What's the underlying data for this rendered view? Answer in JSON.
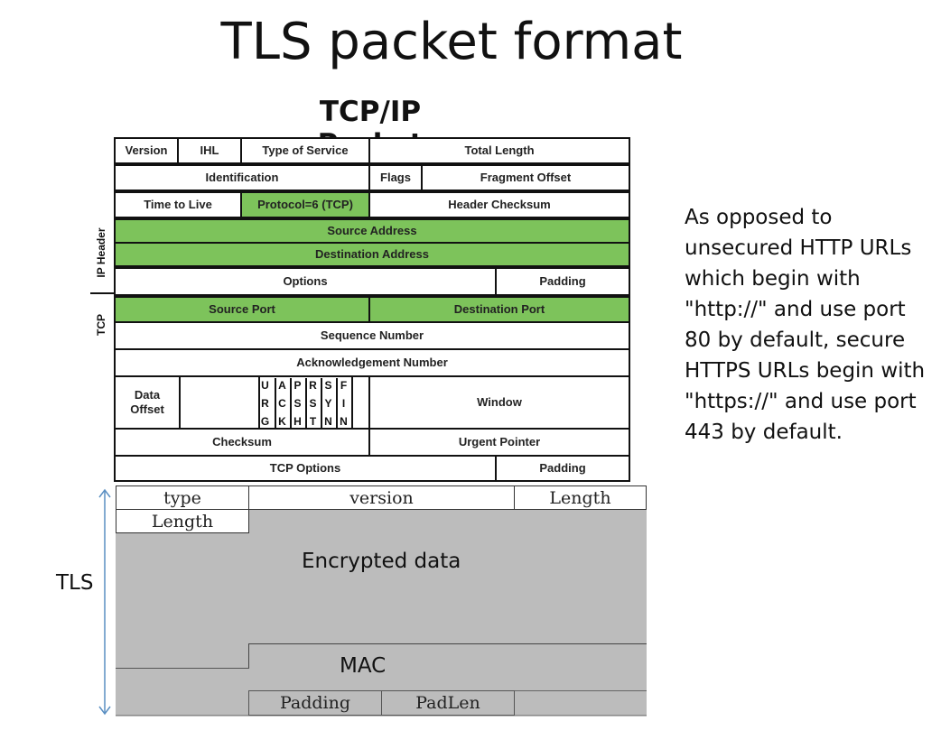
{
  "title": "TLS packet format",
  "subtitle": "TCP/IP Packet",
  "section_labels": {
    "ip": "IP Header",
    "tcp": "TCP",
    "tls": "TLS"
  },
  "ip_header": {
    "version": "Version",
    "ihl": "IHL",
    "tos": "Type of Service",
    "total_length": "Total Length",
    "identification": "Identification",
    "flags": "Flags",
    "fragment_offset": "Fragment Offset",
    "ttl": "Time to Live",
    "protocol": "Protocol=6 (TCP)",
    "header_checksum": "Header Checksum",
    "source_address": "Source Address",
    "destination_address": "Destination Address",
    "options": "Options",
    "padding": "Padding"
  },
  "tcp_header": {
    "source_port": "Source Port",
    "destination_port": "Destination Port",
    "sequence_number": "Sequence Number",
    "ack_number": "Acknowledgement Number",
    "data_offset": "Data Offset",
    "flag_columns": [
      [
        "U",
        "R",
        "G"
      ],
      [
        "A",
        "C",
        "K"
      ],
      [
        "P",
        "S",
        "H"
      ],
      [
        "R",
        "S",
        "T"
      ],
      [
        "S",
        "Y",
        "N"
      ],
      [
        "F",
        "I",
        "N"
      ]
    ],
    "window": "Window",
    "checksum": "Checksum",
    "urgent_pointer": "Urgent Pointer",
    "tcp_options": "TCP Options",
    "padding": "Padding"
  },
  "tls_record": {
    "type": "type",
    "version": "version",
    "length": "Length",
    "length2": "Length",
    "encrypted": "Encrypted data",
    "mac": "MAC",
    "padding": "Padding",
    "padlen": "PadLen"
  },
  "side_note": "As opposed to unsecured HTTP URLs which begin with \"http://\" and use port 80 by default, secure HTTPS URLs begin with \"https://\" and use port 443 by default.",
  "colors": {
    "highlight": "#7dc35b",
    "tls_fill": "#bcbcbc",
    "arrow": "#5a8fc2"
  }
}
